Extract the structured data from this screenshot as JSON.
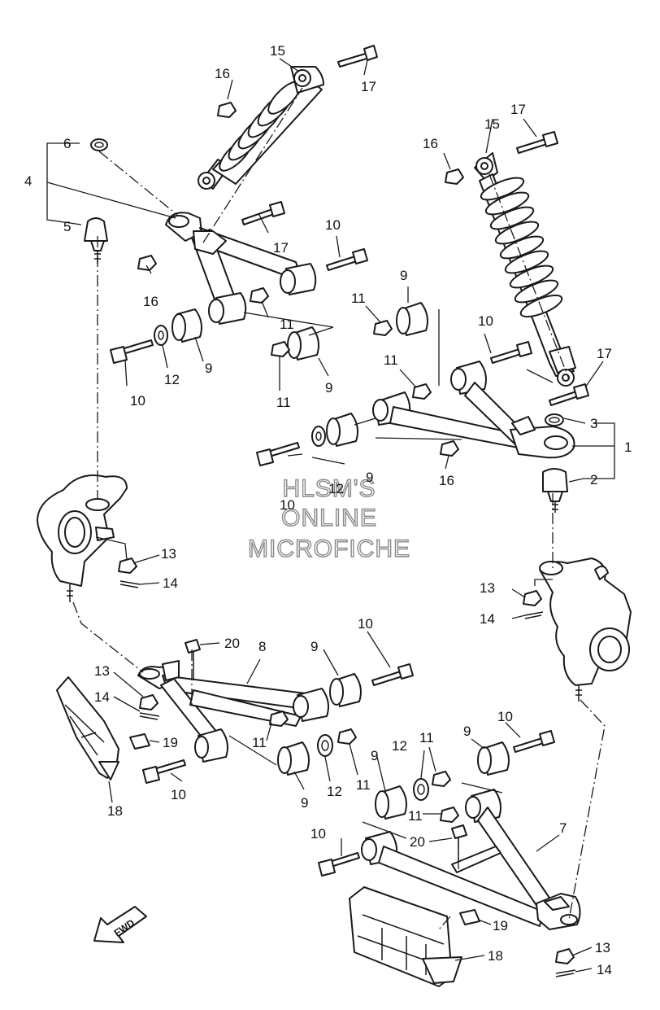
{
  "watermark": {
    "line1": "HLSM'S",
    "line2": "ONLINE",
    "line3": "MICROFICHE"
  },
  "direction_badge": "FWD",
  "callouts": {
    "c1": "1",
    "c2": "2",
    "c3": "3",
    "c4": "4",
    "c5": "5",
    "c6": "6",
    "c7": "7",
    "c8": "8",
    "c9": "9",
    "c10": "10",
    "c11": "11",
    "c12": "12",
    "c13": "13",
    "c14": "14",
    "c15": "15",
    "c16": "16",
    "c17": "17",
    "c18": "18",
    "c19": "19",
    "c20": "20"
  }
}
